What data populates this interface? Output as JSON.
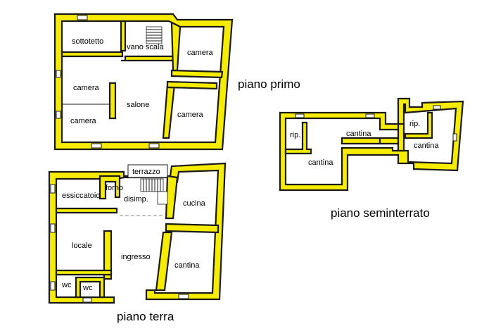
{
  "floors": {
    "primo": {
      "title": "piano primo",
      "rooms": {
        "sottotetto": "sottotetto",
        "vano_scala": "vano scala",
        "camera_ne": "camera",
        "camera_w1": "camera",
        "camera_w2": "camera",
        "salone": "salone",
        "camera_e": "camera"
      }
    },
    "terra": {
      "title": "piano terra",
      "rooms": {
        "terrazzo": "terrazzo",
        "forno": "forno",
        "essiccatoio": "essiccatoio",
        "disimp": "disimp.",
        "cucina": "cucina",
        "locale": "locale",
        "ingresso": "ingresso",
        "cantina": "cantina",
        "wc_1": "wc",
        "wc_2": "wc"
      }
    },
    "seminterrato": {
      "title": "piano seminterrato",
      "rooms": {
        "rip_1": "rip.",
        "cantina_mid": "cantina",
        "cantina_main": "cantina",
        "rip_2": "rip.",
        "cantina_right": "cantina"
      }
    }
  },
  "colors": {
    "wall": "#f5ec00",
    "outline": "#1a1a1a",
    "background": "#ffffff"
  }
}
